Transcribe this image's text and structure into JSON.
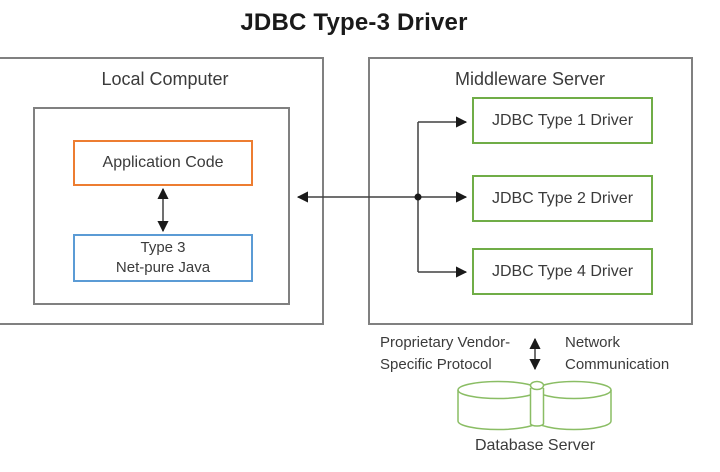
{
  "title": "JDBC Type-3 Driver",
  "local_computer": {
    "label": "Local Computer",
    "application_code_label": "Application Code",
    "type3_driver": {
      "line1": "Type 3",
      "line2": "Net-pure Java"
    }
  },
  "middleware_server": {
    "label": "Middleware Server",
    "drivers": [
      "JDBC Type 1 Driver",
      "JDBC Type 2 Driver",
      "JDBC Type 4 Driver"
    ]
  },
  "annotations": {
    "protocol": {
      "line1": "Proprietary Vendor-",
      "line2": "Specific Protocol"
    },
    "network": {
      "line1": "Network",
      "line2": "Communication"
    }
  },
  "database": {
    "label": "Database Server"
  },
  "colors": {
    "orange": "#ED7D31",
    "blue": "#5B9BD5",
    "green": "#70AD47",
    "cylinder": "#8ABD64",
    "gray": "#808080",
    "ink": "#404040",
    "text": "#3B3B3B"
  }
}
